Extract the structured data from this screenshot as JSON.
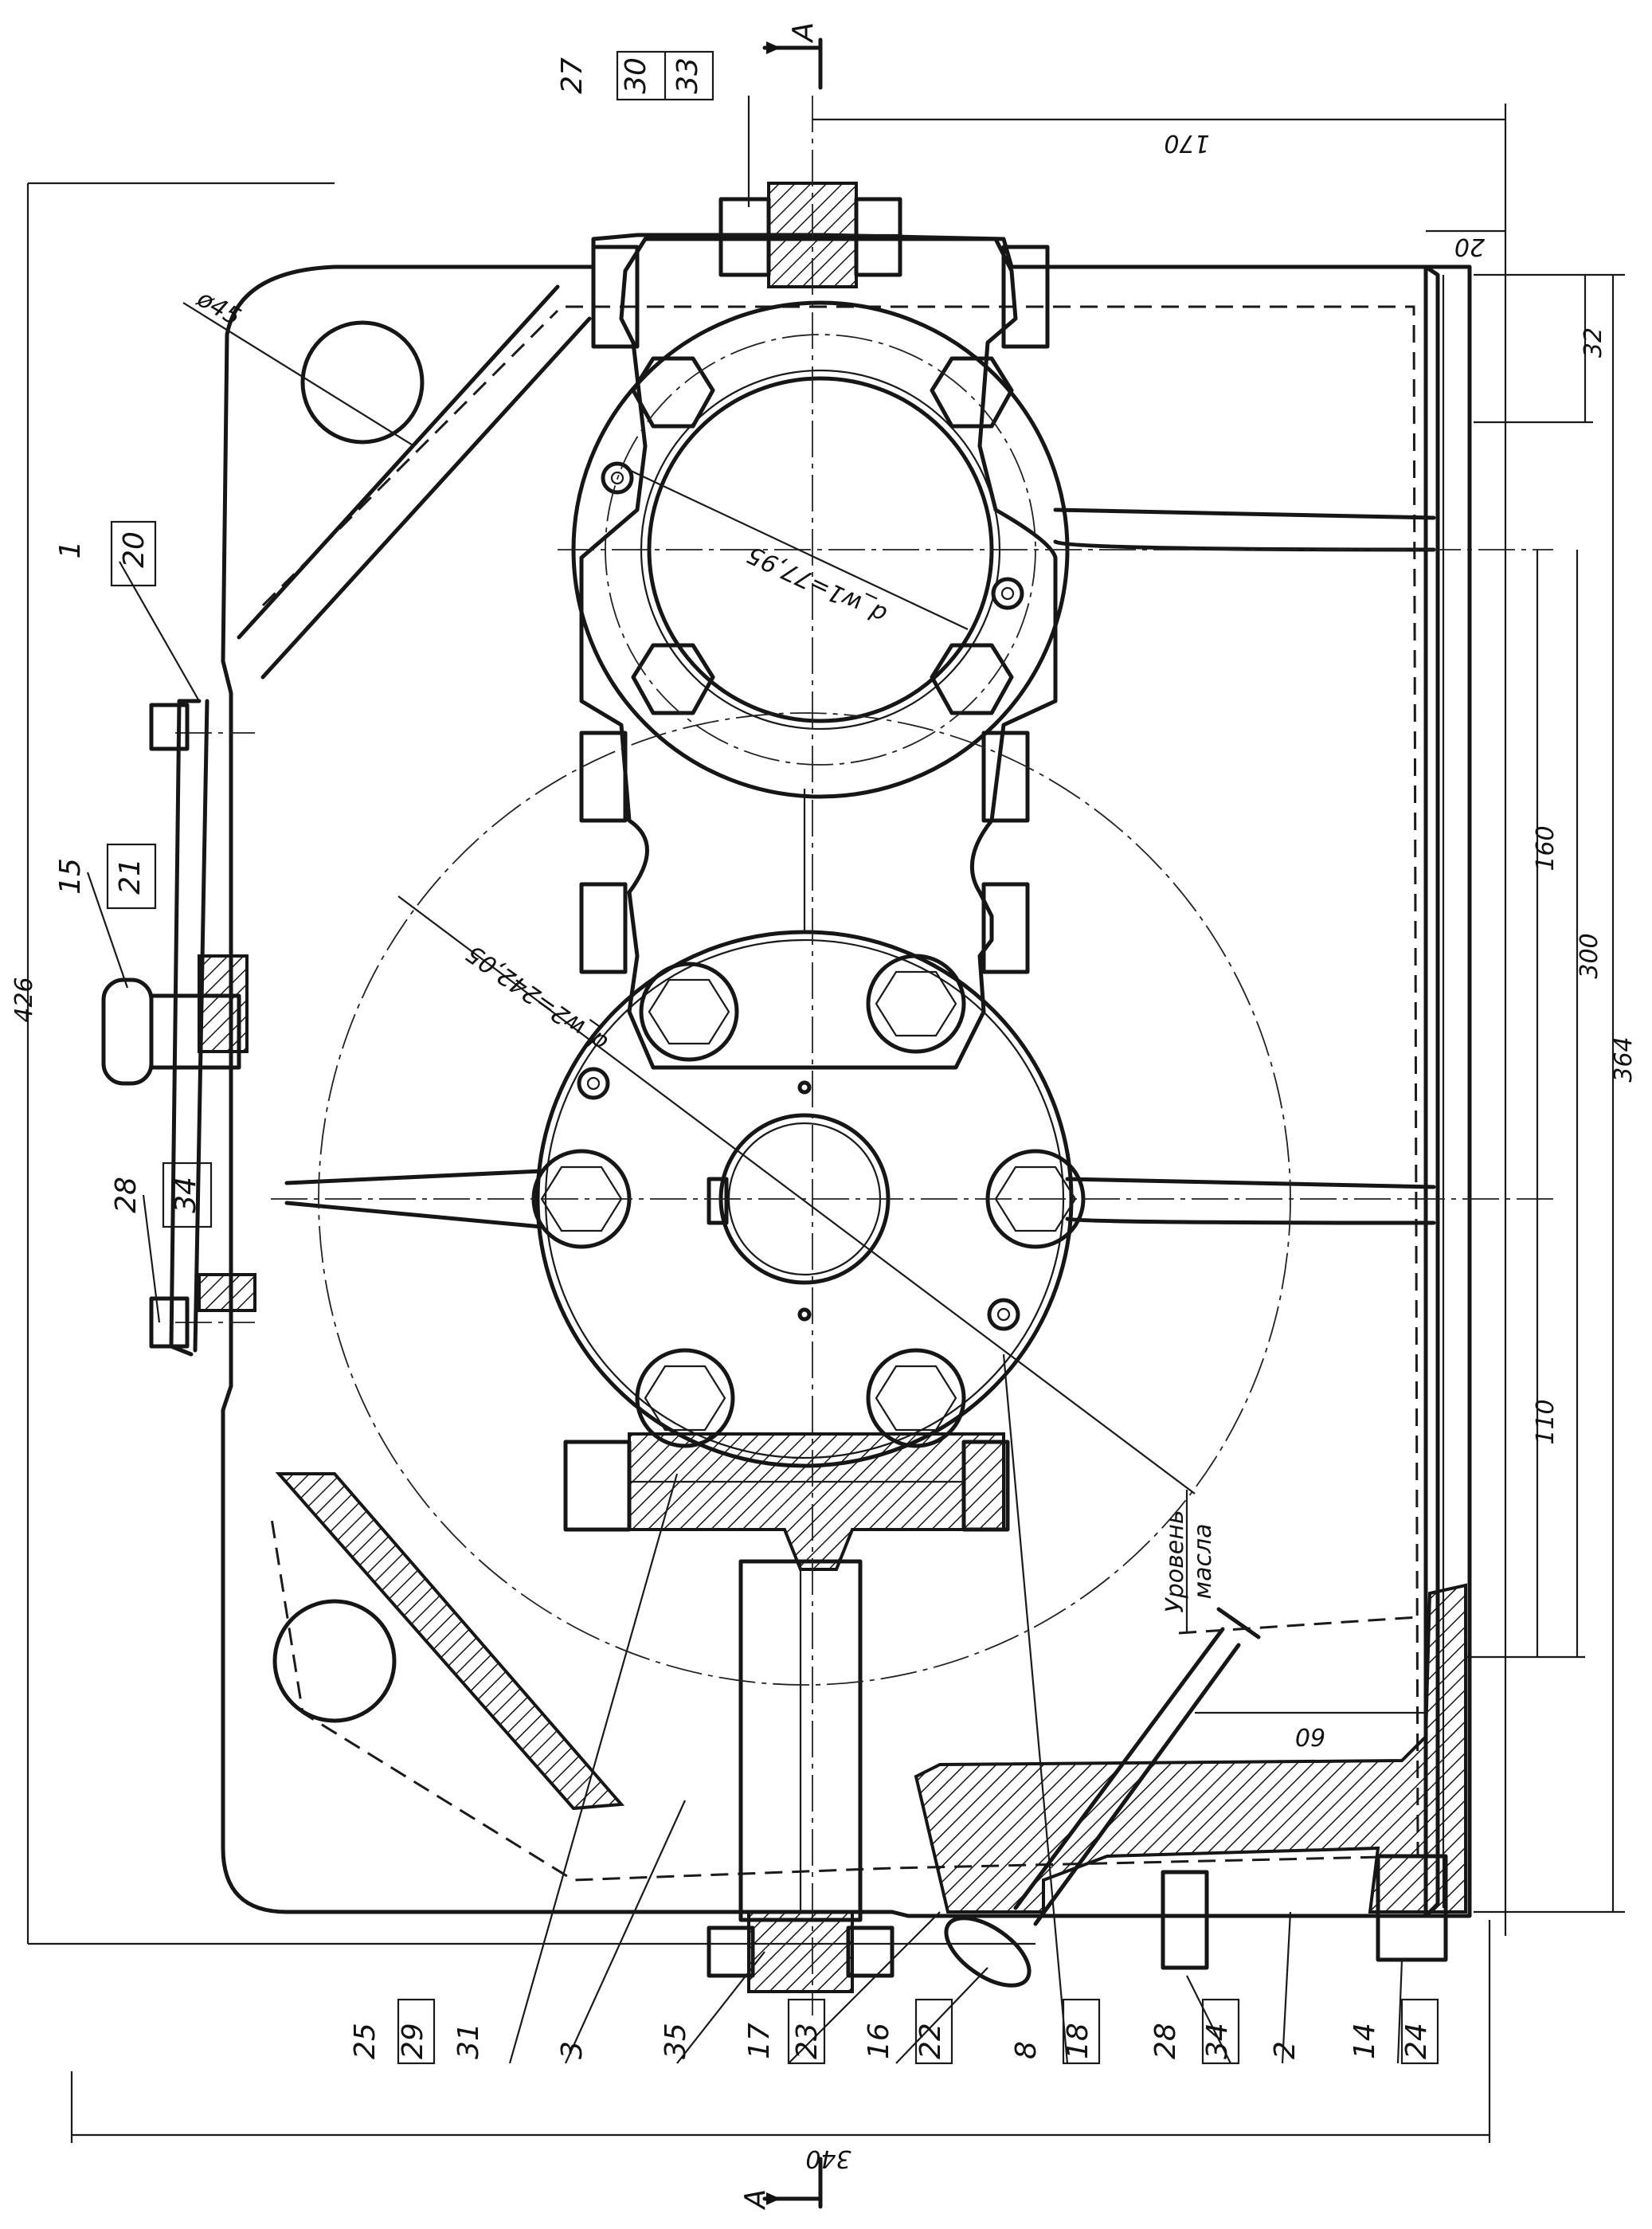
{
  "section_markers": {
    "top": "A",
    "bottom": "A"
  },
  "dimensions": {
    "overall_height": "426",
    "overall_width": "340",
    "top_width": "170",
    "top_small": "20",
    "right_32": "32",
    "right_160": "160",
    "right_300": "300",
    "right_364": "364",
    "right_110": "110",
    "bottom_60": "60",
    "hole_diameter": "ø45",
    "gear1_diameter": "d_w1=77,95",
    "gear2_diameter": "d_w2=242,05"
  },
  "notes": {
    "oil_level_line1": "Уровень",
    "oil_level_line2": "масла"
  },
  "position_labels": {
    "top_27": "27",
    "top_30": "30",
    "top_33": "33",
    "left_1": "1",
    "left_20": "20",
    "left_15": "15",
    "left_21": "21",
    "left_28": "28",
    "left_34": "34",
    "bottom": [
      "25",
      "29",
      "31",
      "3",
      "35",
      "17",
      "23",
      "16",
      "22",
      "8",
      "18",
      "28",
      "34",
      "2",
      "14",
      "24"
    ]
  }
}
